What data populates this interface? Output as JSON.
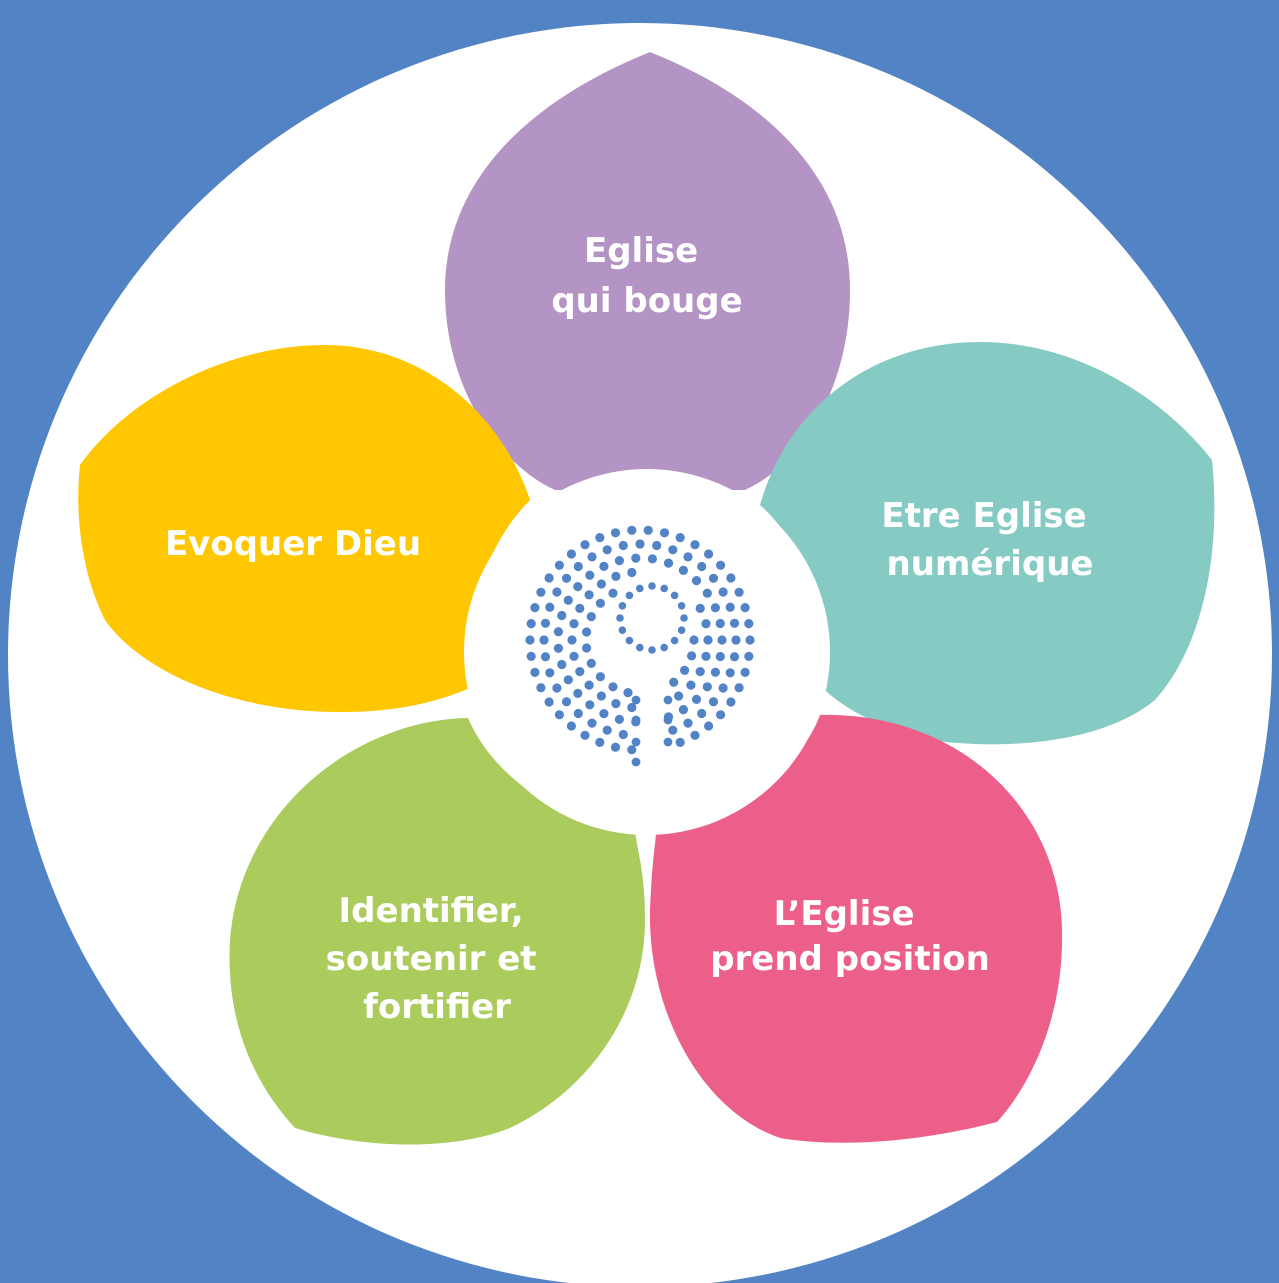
{
  "colors": {
    "background": "#5283c4",
    "disc": "#ffffff",
    "center": "#ffffff",
    "logo_dots": "#5283c4"
  },
  "center": {
    "icon": "dotted-circle-logo-icon"
  },
  "petals": [
    {
      "id": "eglise-qui-bouge",
      "color": "#b394c4",
      "lines": [
        "Eglise",
        "qui bouge"
      ]
    },
    {
      "id": "etre-eglise-numerique",
      "color": "#86cac4",
      "lines": [
        "Etre Eglise",
        "numérique"
      ]
    },
    {
      "id": "eglise-prend-position",
      "color": "#ec5f88",
      "lines": [
        "L’Eglise",
        "prend position"
      ]
    },
    {
      "id": "identifier-soutenir-fortifier",
      "color": "#abcc5c",
      "lines": [
        "Identifier,",
        "soutenir et",
        "fortifier"
      ]
    },
    {
      "id": "evoquer-dieu",
      "color": "#fec701",
      "lines": [
        "Evoquer Dieu"
      ]
    }
  ]
}
